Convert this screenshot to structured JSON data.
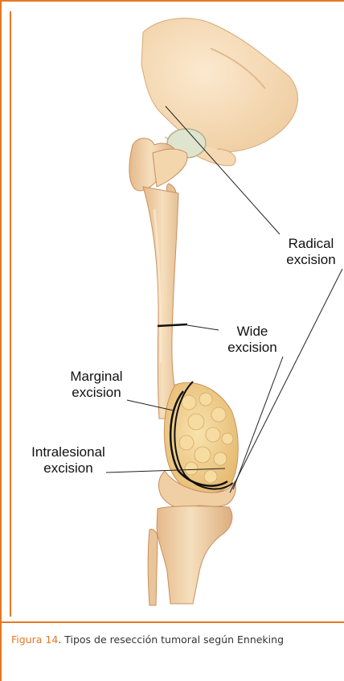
{
  "labels": {
    "radical_line1": "Radical",
    "radical_line2": "excision",
    "wide_line1": "Wide",
    "wide_line2": "excision",
    "marginal_line1": "Marginal",
    "marginal_line2": "excision",
    "intralesional_line1": "Intralesional",
    "intralesional_line2": "excision"
  },
  "caption": {
    "figure_label": "Figura 14",
    "text": ". Tipos de resección tumoral según Enneking"
  },
  "colors": {
    "accent": "#e87722",
    "bone": "#f2d7b0",
    "bone_shadow": "#d9a97a",
    "tumor": "#f0d08a"
  },
  "icons": {
    "illustration": "femur-with-tumor-illustration"
  }
}
